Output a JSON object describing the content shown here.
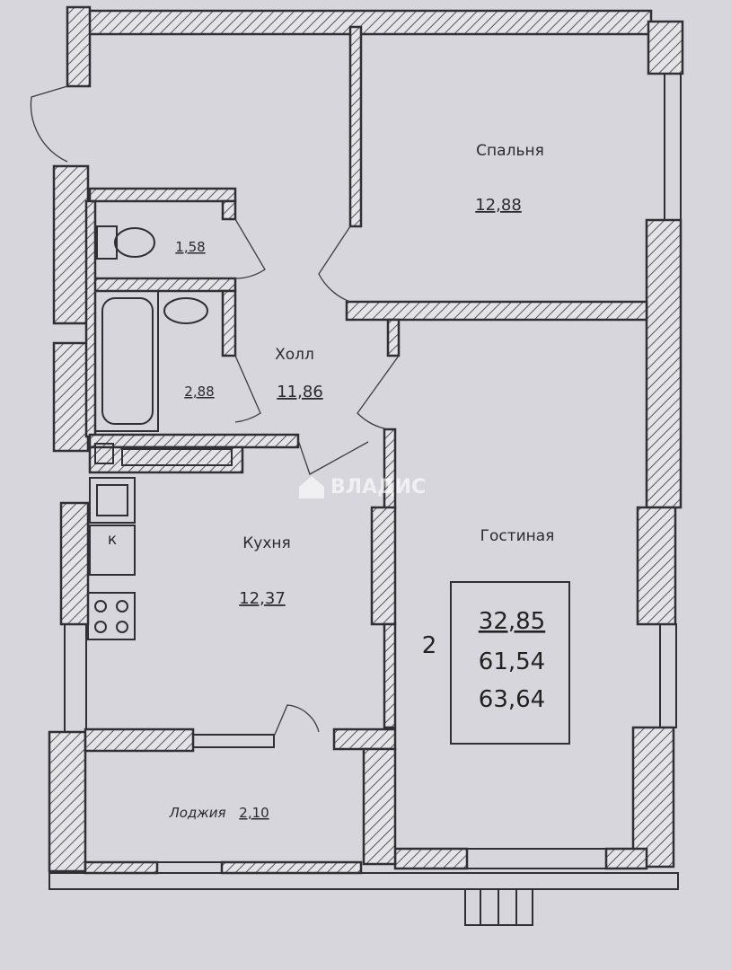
{
  "plan": {
    "rooms": [
      {
        "name": "Спальня",
        "area": "12,88"
      },
      {
        "name": "",
        "area": "1,58"
      },
      {
        "name": "",
        "area": "2,88"
      },
      {
        "name": "Холл",
        "area": "11,86"
      },
      {
        "name": "Кухня",
        "area": "12,37"
      },
      {
        "name": "Гостиная",
        "area": ""
      },
      {
        "name": "Лоджия",
        "area": "2,10"
      }
    ],
    "rooms_count": "2",
    "summary": {
      "living_area": "32,85",
      "total_area": "61,54",
      "total_with_loggia": "63,64"
    },
    "appliance_mark": "к"
  },
  "watermark": {
    "text": "ВЛАДИС",
    "icon": "house-key-icon"
  },
  "colors": {
    "paper": "#d7d6dc",
    "lines": "#2f2f35"
  }
}
